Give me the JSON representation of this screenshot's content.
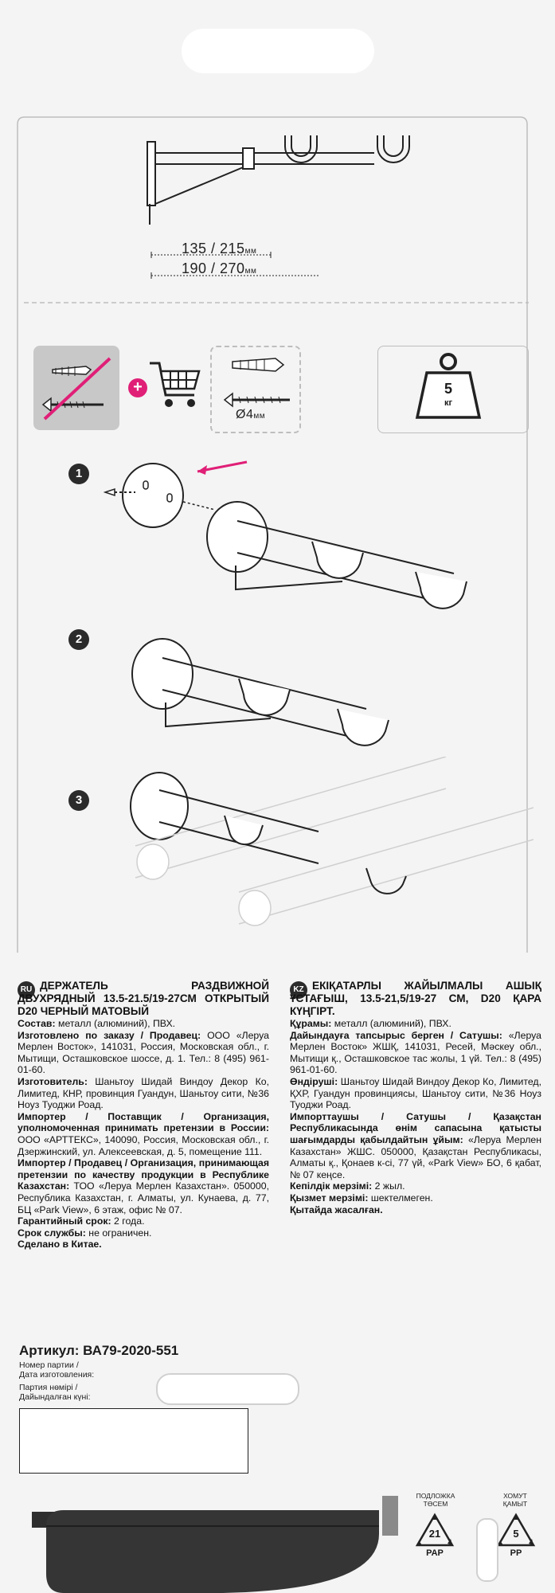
{
  "diagram": {
    "dim_inner": "135 / 215",
    "dim_inner_unit": "мм",
    "dim_outer": "190 / 270",
    "dim_outer_unit": "мм",
    "screw_size": "Ø4",
    "screw_unit": "мм",
    "weight_value": "5",
    "weight_unit": "кг",
    "plus_sign": "+",
    "steps": [
      "1",
      "2",
      "3"
    ]
  },
  "ru": {
    "badge": "RU",
    "title": "ДЕРЖАТЕЛЬ РАЗДВИЖНОЙ ДВУХРЯДНЫЙ 13.5-21.5/19-27СМ ОТКРЫТЫЙ D20 ЧЕРНЫЙ МАТОВЫЙ",
    "composition_label": "Состав:",
    "composition": " металл (алюминий), ПВХ.",
    "made_for_label": "Изготовлено по заказу / Продавец:",
    "made_for": " ООО «Леруа Мерлен Восток», 141031, Россия, Московская обл., г. Мытищи, Осташковское шоссе, д. 1. Тел.: 8 (495) 961-01-60.",
    "manufacturer_label": "Изготовитель:",
    "manufacturer": " Шаньтоу Шидай Виндоу Декор Ко, Лимитед, КНР, провинция Гуандун, Шаньтоу сити, №36 Ноуз Туоджи Роад.",
    "importer_label": "Импортер / Поставщик / Организация, уполномоченная принимать претензии в России:",
    "importer": " ООО «АРТТЕКС», 140090, Россия, Московская обл., г. Дзержинский, ул. Алексеевская, д. 5, помещение 111.",
    "importer_kz_label": "Импортер / Продавец / Организация, принимающая претензии по качеству продукции в Республике Казахстан:",
    "importer_kz": " ТОО «Леруа Мерлен Казахстан». 050000, Республика Казахстан, г. Алматы, ул. Кунаева, д. 77, БЦ «Park View», 6 этаж, офис № 07.",
    "warranty_label": "Гарантийный срок:",
    "warranty": " 2 года.",
    "service_label": "Срок службы:",
    "service": " не ограничен.",
    "origin": "Сделано в Китае."
  },
  "kz": {
    "badge": "KZ",
    "title": "ЕКІҚАТАРЛЫ ЖАЙЫЛМАЛЫ АШЫҚ ҰСТАҒЫШ, 13.5-21,5/19-27 СМ, D20 ҚАРА КҮҢГІРТ.",
    "composition_label": "Құрамы:",
    "composition": " металл (алюминий), ПВХ.",
    "made_for_label": "Дайындауға тапсырыс берген / Сатушы:",
    "made_for": " «Леруа Мерлен Восток» ЖШҚ, 141031, Ресей, Мәскеу обл., Мытищи қ., Осташковское тас жолы, 1 үй. Тел.: 8 (495) 961-01-60.",
    "manufacturer_label": "Өндіруші:",
    "manufacturer": " Шаньтоу Шидай Виндоу Декор Ко, Лимитед, ҚХР, Гуандун провинциясы, Шаньтоу сити, №36 Ноуз Туоджи Роад.",
    "importer_label": "Импорттаушы / Сатушы / Қазақстан Республикасында өнім сапасына қатысты шағымдарды қабылдайтын ұйым:",
    "importer": " «Леруа Мерлен Казахстан» ЖШС. 050000, Қазақстан Республикасы, Алматы қ., Қонаев к-сі, 77 үй, «Park View» БО, 6 қабат, № 07 кеңсе.",
    "warranty_label": "Кепілдік мерзімі:",
    "warranty": " 2 жыл.",
    "service_label": "Қызмет мерзімі:",
    "service": " шектелмеген.",
    "origin": "Қытайда жасалған."
  },
  "article": {
    "label": "Артикул: ВА79-2020-551",
    "batch_ru": "Номер партии /",
    "date_ru": "Дата изготовления:",
    "batch_kz": "Партия нөмірі /",
    "date_kz": "Дайындалған күні:"
  },
  "recycling": [
    {
      "label_1": "ПОДЛОЖКА",
      "label_2": "ТӨСЕМ",
      "number": "21",
      "code": "PAP"
    },
    {
      "label_1": "ХОМУТ",
      "label_2": "ҚАМЫТ",
      "number": "5",
      "code": "PP"
    }
  ]
}
